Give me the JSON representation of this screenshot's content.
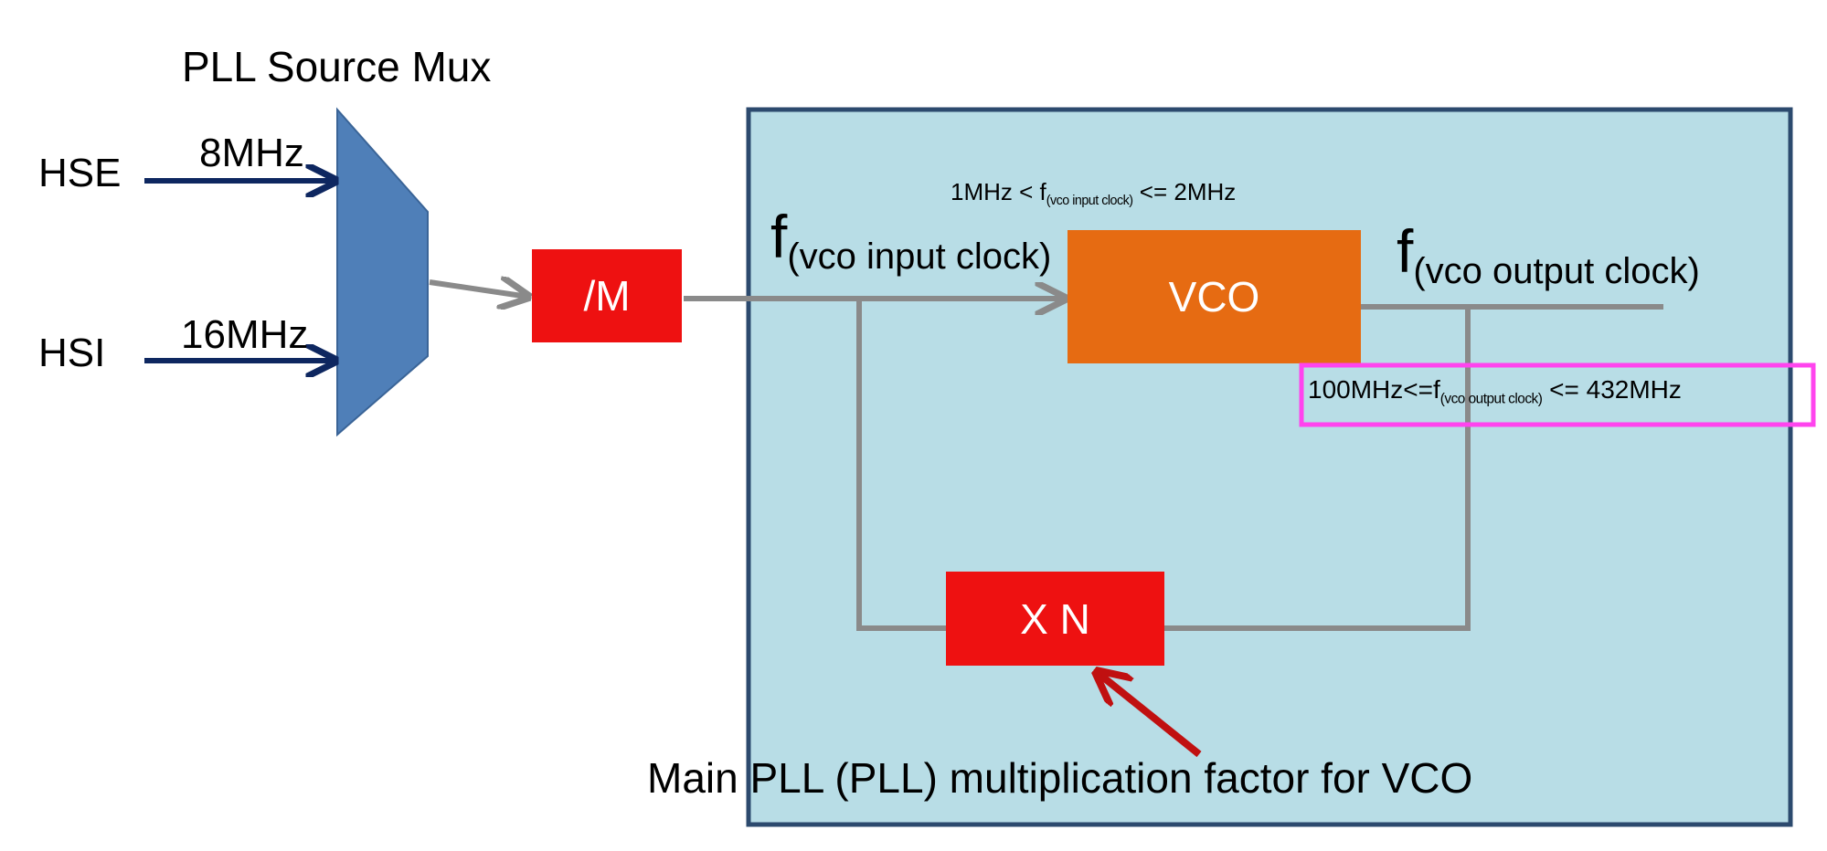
{
  "title": "PLL Source Mux",
  "inputs": [
    {
      "name": "HSE",
      "freq": "8MHz"
    },
    {
      "name": "HSI",
      "freq": "16MHz"
    }
  ],
  "divider_label": "/M",
  "vco_label": "VCO",
  "multiplier_label": "X N",
  "vco_input": {
    "f_symbol": "f",
    "subscript": "(vco input clock)",
    "constraint_left": "1MHz < f",
    "constraint_sub": "(vco input clock)",
    "constraint_right": "<= 2MHz"
  },
  "vco_output": {
    "f_symbol": "f",
    "subscript": "(vco output clock)",
    "constraint_left": "100MHz<=f",
    "constraint_sub": "(vco output clock)",
    "constraint_right": "<= 432MHz"
  },
  "annotation": "Main PLL (PLL) multiplication factor for VCO",
  "colors": {
    "pll_box_fill": "#b8dde6",
    "pll_box_border": "#2c4a6e",
    "mux_fill": "#4f7fb8",
    "red_box": "#ee1111",
    "vco_box": "#e66b12",
    "arrow_navy": "#0e2760",
    "line_gray": "#8a8a8a",
    "highlight": "#ff44ee",
    "annotation_arrow": "#c01010"
  }
}
